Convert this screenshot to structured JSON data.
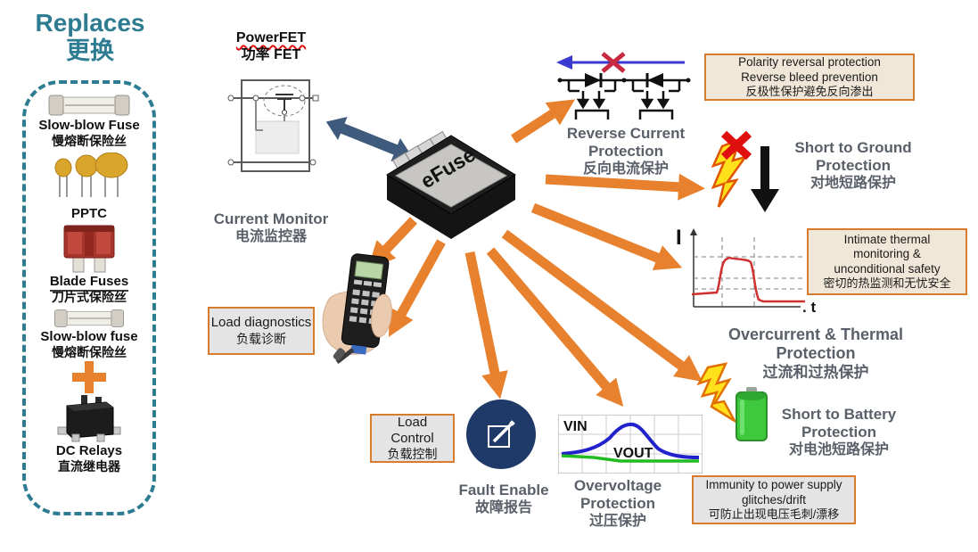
{
  "colors": {
    "teal": "#2E7C91",
    "arrow_orange": "#E8812D",
    "label_gray": "#5A6069",
    "navy": "#1F3A68",
    "callout_border": "#D97B2E",
    "callout_tan": "#F0E7D8",
    "callout_gray": "#E4E4E4",
    "bolt_yellow": "#FFE01A",
    "battery_green": "#3DC83D",
    "scope_blue": "#2222CC",
    "scope_green": "#22BB22",
    "curve_red": "#D03030"
  },
  "sidebar": {
    "title_en": "Replaces",
    "title_zh": "更换",
    "items": [
      {
        "en": "Slow-blow Fuse",
        "zh": "慢熔断保险丝"
      },
      {
        "en": "PPTC"
      },
      {
        "en": "Blade Fuses",
        "zh": "刀片式保险丝"
      },
      {
        "en": "Slow-blow fuse",
        "zh": "慢熔断保险丝"
      },
      {
        "en": "DC Relays",
        "zh": "直流继电器"
      }
    ]
  },
  "center": {
    "powerfet_en": "PowerFET",
    "powerfet_zh": "功率 FET",
    "current_monitor_en": "Current Monitor",
    "current_monitor_zh": "电流监控器",
    "chip_label": "eFuse"
  },
  "features": {
    "reverse_current": {
      "en": "Reverse Current Protection",
      "zh": "反向电流保护"
    },
    "short_to_ground": {
      "en": "Short to Ground Protection",
      "zh": "对地短路保护"
    },
    "overcurrent_thermal": {
      "en": "Overcurrent & Thermal Protection",
      "zh": "过流和过热保护"
    },
    "short_to_battery": {
      "en": "Short to Battery Protection",
      "zh": "对电池短路保护"
    },
    "overvoltage": {
      "en": "Overvoltage Protection",
      "zh": "过压保护"
    },
    "fault_enable": {
      "en": "Fault Enable",
      "zh": "故障报告"
    }
  },
  "callouts": {
    "polarity": {
      "en1": "Polarity reversal protection",
      "en2": "Reverse bleed prevention",
      "zh": "反极性保护避免反向渗出"
    },
    "thermal": {
      "en": "Intimate thermal monitoring & unconditional safety",
      "zh": "密切的热监测和无忧安全"
    },
    "load_diagnostics": {
      "en": "Load diagnostics",
      "zh": "负载诊断"
    },
    "load_control": {
      "en": "Load Control",
      "zh": "负载控制"
    },
    "immunity": {
      "en": "Immunity to power supply glitches/drift",
      "zh": "可防止出现电压毛刺/漂移"
    }
  },
  "charts": {
    "overvoltage_scope": {
      "vin": "VIN",
      "vout": "VOUT"
    },
    "current_profile": {
      "y_axis": "I",
      "x_axis": ". t"
    }
  }
}
